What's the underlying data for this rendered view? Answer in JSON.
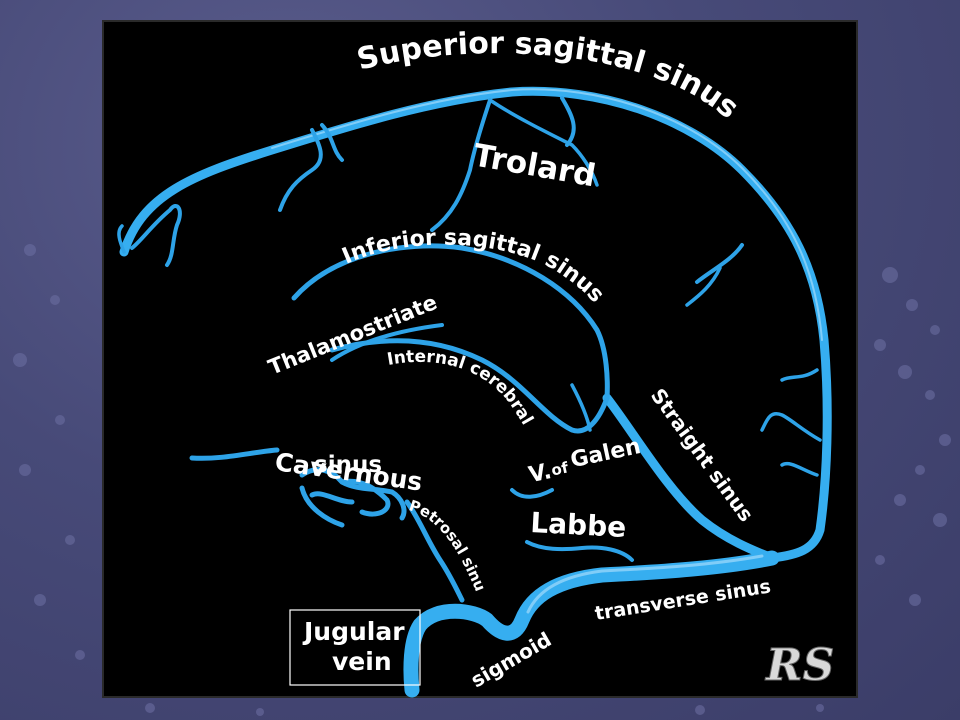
{
  "labels": {
    "superior_sagittal_sinus": "Superior sagittal sinus",
    "trolard": "Trolard",
    "inferior_sagittal_sinus": "Inferior sagittal sinus",
    "thalamostriate": "Thalamostriate",
    "internal_cerebral": "Internal cerebral",
    "cavernous": "Cavernous",
    "sinus": "sinus",
    "petrosal_sinus": "Petrosal sinus",
    "v": "V.",
    "of": "of",
    "galen": "Galen",
    "straight_sinus": "Straight sinus",
    "labbe": "Labbe",
    "transverse_sinus": "transverse sinus",
    "sigmoid": "sigmoid",
    "jugular": "Jugular",
    "vein": "vein",
    "signature": "RS"
  },
  "colors": {
    "slide_background": "#474a78",
    "panel_background": "#000000",
    "vessel": "#2ea3e8",
    "label": "#ffffff"
  }
}
